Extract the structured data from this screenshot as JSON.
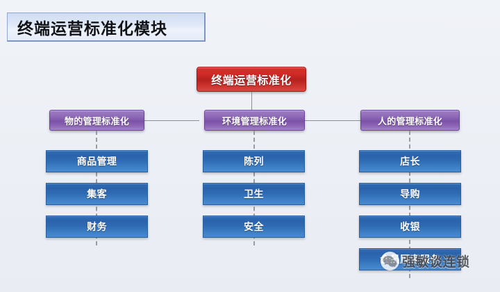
{
  "header": {
    "title": "终端运营标准化模块"
  },
  "diagram": {
    "root": {
      "label": "终端运营标准化",
      "color": "#c9302b"
    },
    "categories": [
      {
        "label": "物的管理标准化",
        "color": "#8f69b8",
        "children": [
          "商品管理",
          "集客",
          "财务"
        ]
      },
      {
        "label": "环境管理标准化",
        "color": "#8f69b8",
        "children": [
          "陈列",
          "卫生",
          "安全"
        ]
      },
      {
        "label": "人的管理标准化",
        "color": "#8f69b8",
        "children": [
          "店长",
          "导购",
          "收银",
          "会员顾客服务"
        ]
      }
    ],
    "leaf_color": "#2e6bb4",
    "connector_color": "#8d8d93"
  },
  "watermark": {
    "icon": "wechat-icon",
    "text": "强敏谈连锁"
  }
}
